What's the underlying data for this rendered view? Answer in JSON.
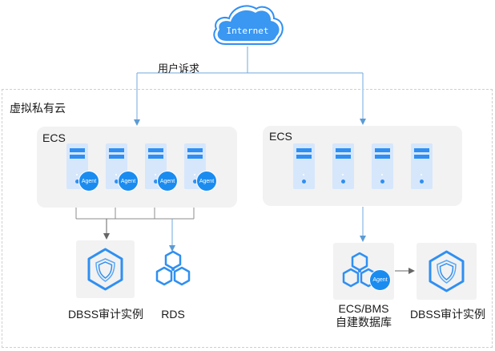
{
  "internet": {
    "label": "Internet",
    "icon": "cloud-icon"
  },
  "request_label": "用户诉求",
  "vpc": {
    "label": "虚拟私有云"
  },
  "left_group": {
    "label": "ECS",
    "servers": [
      {
        "agent": "Agent"
      },
      {
        "agent": "Agent"
      },
      {
        "agent": "Agent"
      },
      {
        "agent": "Agent"
      }
    ]
  },
  "right_group": {
    "label": "ECS",
    "servers": [
      {},
      {},
      {},
      {}
    ]
  },
  "left_targets": {
    "dbss": {
      "label": "DBSS审计实例",
      "icon": "shield-hexagon-icon"
    },
    "rds": {
      "label": "RDS",
      "icon": "database-hexagons-icon"
    }
  },
  "right_targets": {
    "self_db": {
      "label_line1": "ECS/BMS",
      "label_line2": "自建数据库",
      "agent": "Agent",
      "icon": "database-hexagons-icon"
    },
    "dbss": {
      "label": "DBSS审计实例",
      "icon": "shield-hexagon-icon"
    }
  },
  "colors": {
    "accent": "#2f8ff2",
    "line_blue": "#6fa8dc",
    "line_gray": "#8c8c8c",
    "panel": "#f2f2f2",
    "server_bg": "#d6e7fc"
  }
}
